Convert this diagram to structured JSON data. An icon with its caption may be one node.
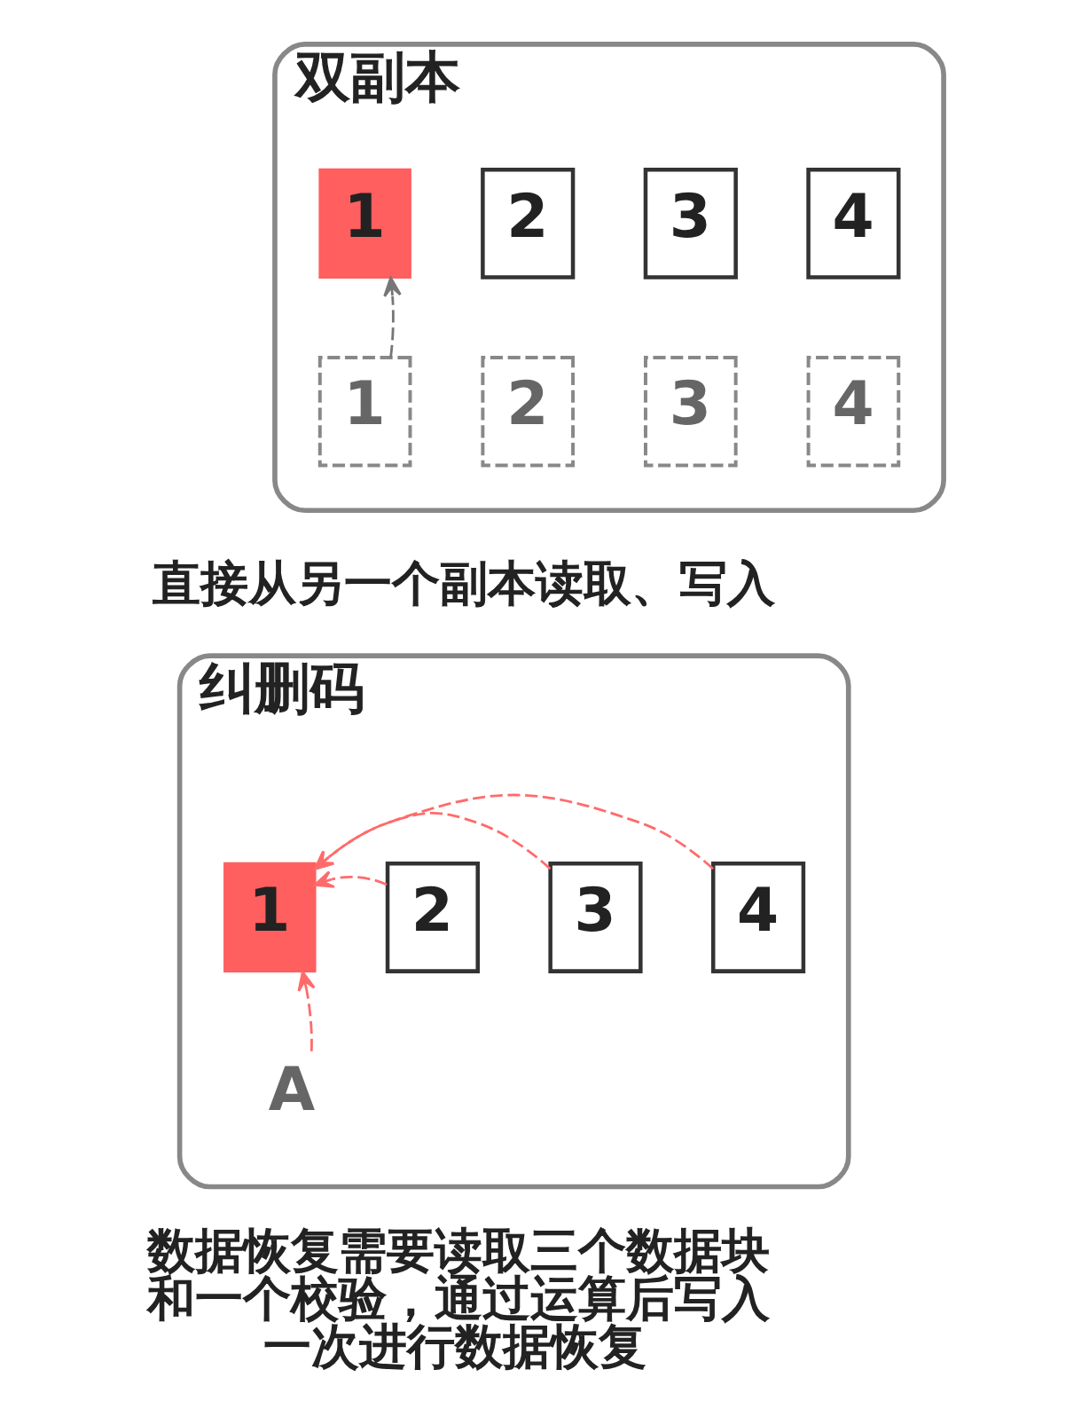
{
  "diagram": {
    "nodes": [
      {
        "text": [
          "双副本"
        ],
        "beside": [
          "直接从另一个副本读取、写入"
        ]
      },
      {
        "text": [
          "1"
        ],
        "in": 0
      },
      {
        "text": [
          "2"
        ],
        "in": 0
      },
      {
        "text": [
          "3"
        ],
        "in": 0
      },
      {
        "text": [
          "4"
        ],
        "in": 0
      },
      {
        "text": [
          "1"
        ],
        "in": 0
      },
      {
        "text": [
          "2"
        ],
        "in": 0
      },
      {
        "text": [
          "3"
        ],
        "in": 0
      },
      {
        "text": [
          "4"
        ],
        "in": 0
      },
      {
        "text": [
          "纠删码"
        ],
        "beside": [
          "数据恢复需要读取三个数据块和一个校验，通过运算后写入一次进行数据恢复"
        ]
      },
      {
        "text": [
          "1"
        ],
        "in": 9
      },
      {
        "text": [
          "2"
        ],
        "in": 9
      },
      {
        "text": [
          "3"
        ],
        "in": 9
      },
      {
        "text": [
          "4"
        ],
        "in": 9
      },
      {
        "text": [
          "A"
        ],
        "in": 9
      }
    ],
    "edges": [
      {
        "from": 5,
        "to": 1,
        "arrow": "to",
        "style": "dashed",
        "color": "#777777"
      },
      {
        "from": 11,
        "to": 10,
        "arrow": "to",
        "style": "dashed"
      },
      {
        "from": 12,
        "to": 10,
        "arrow": "to",
        "style": "dashed"
      },
      {
        "from": 13,
        "to": 10,
        "arrow": "to",
        "style": "dashed"
      },
      {
        "from": 14,
        "to": 10,
        "arrow": "to",
        "style": "dashed"
      }
    ]
  }
}
